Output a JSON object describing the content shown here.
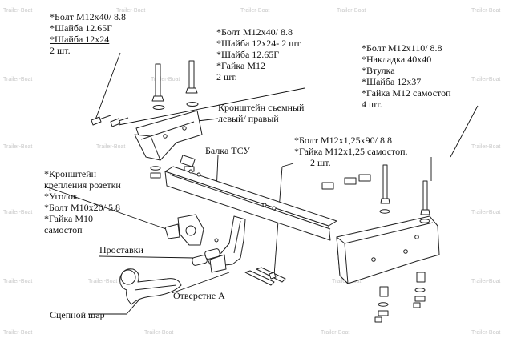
{
  "watermark": "Trailer-Boat",
  "labels": {
    "bolts_left": {
      "l1": "*Болт М12х40/ 8.8",
      "l2": "*Шайба 12.65Г",
      "l3": "*Шайба 12х24",
      "l4": "2 шт."
    },
    "bolts_mid": {
      "l1": "*Болт М12х40/ 8.8",
      "l2": "*Шайба 12х24- 2 шт",
      "l3": "*Шайба 12.65Г",
      "l4": "*Гайка М12",
      "l5": "2 шт."
    },
    "bolts_right": {
      "l1": "*Болт М12х110/ 8.8",
      "l2": "*Накладка 40х40",
      "l3": "*Втулка",
      "l4": "*Шайба 12х37",
      "l5": "*Гайка М12 самостоп",
      "l6": "4 шт."
    },
    "bracket": {
      "l1": "Кронштейн съемный",
      "l2": "левый/ правый"
    },
    "beam": "Балка ТСУ",
    "bolts_beam": {
      "l1": "*Болт М12х1,25х90/ 8.8",
      "l2": "*Гайка М12х1,25   самостоп.",
      "l3": "2 шт."
    },
    "socket": {
      "l1": "*Кронштейн",
      "l2": "крепления розетки",
      "l3": "*Уголок",
      "l4": "*Болт М10х20/ 5.8",
      "l5": "*Гайка М10",
      "l6": "самостоп"
    },
    "spacers": "Проставки",
    "hole": "Отверстие А",
    "ball": "Сцепной шар"
  }
}
